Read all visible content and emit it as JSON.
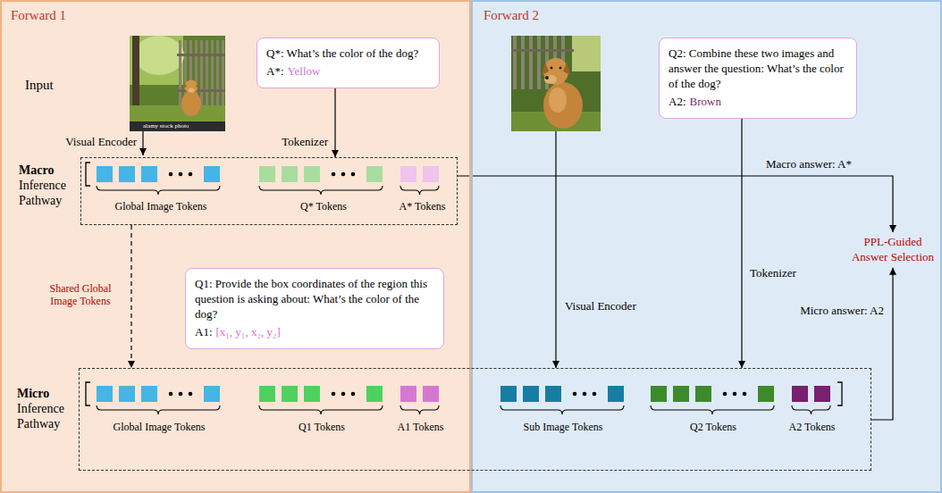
{
  "diagram": {
    "nodes": [
      {
        "text": [
          "Forward 1"
        ]
      },
      {
        "text": [
          "Q*: What’s the color of the dog?",
          "A*:",
          "Yellow"
        ],
        "in": 0
      },
      {
        "text": [
          "Macro",
          "Inference Pathway",
          "Global Image Tokens",
          "Q* Tokens",
          "A* Tokens"
        ],
        "in": 0
      },
      {
        "text": [
          "Q1: Provide the box coordinates of the region this question is asking about: What’s the color of the dog?",
          "A1:",
          "[x₁, y₁, x₂, y₂]"
        ],
        "in": 0
      },
      {
        "text": [
          "Forward 2"
        ]
      },
      {
        "text": [
          "Q2: Combine these two images and answer the question: What’s the color of the dog?",
          "A2:",
          "Brown"
        ],
        "in": 4
      },
      {
        "text": [
          "PPL-Guided Answer Selection"
        ],
        "in": 4
      },
      {
        "text": [
          "Micro",
          "Inference Pathway",
          "Global Image Tokens",
          "Q1 Tokens",
          "A1 Tokens",
          "Sub Image Tokens",
          "Q2 Tokens",
          "A2 Tokens"
        ]
      }
    ],
    "edges": [
      {
        "from": 1,
        "to": 2,
        "arrow": "to",
        "label": "Tokenizer"
      },
      {
        "from": 2,
        "to": 6,
        "arrow": "to",
        "label": "Macro answer: A*"
      },
      {
        "from": 2,
        "to": 7,
        "arrow": "to",
        "label": "Shared Global Image Tokens"
      },
      {
        "from": 5,
        "to": 7,
        "arrow": "to",
        "label": "Tokenizer"
      },
      {
        "from": 7,
        "to": 6,
        "arrow": "to",
        "label": "Micro answer: A2"
      }
    ],
    "labels": [
      "Input",
      "Visual Encoder",
      "Visual Encoder",
      "alamy stock photo"
    ]
  }
}
